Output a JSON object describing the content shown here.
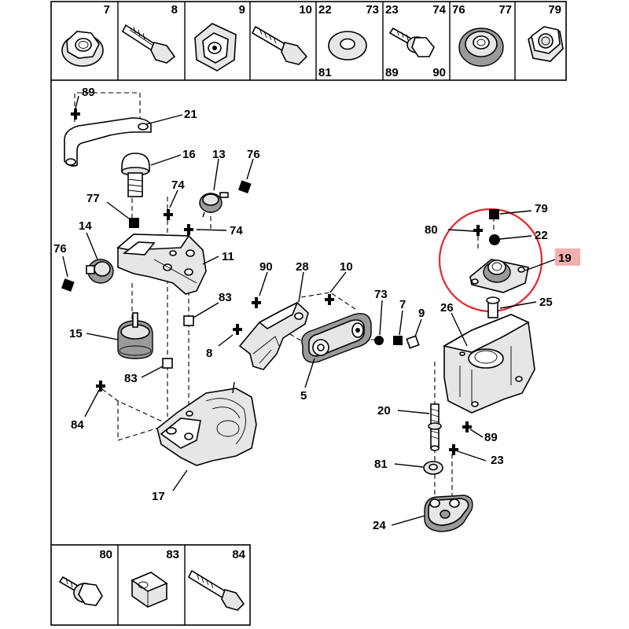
{
  "top_bar": [
    {
      "labels": [
        "7"
      ]
    },
    {
      "labels": [
        "8"
      ]
    },
    {
      "labels": [
        "9"
      ]
    },
    {
      "labels": [
        "10"
      ]
    },
    {
      "labels": [
        "22",
        "73",
        "81"
      ]
    },
    {
      "labels": [
        "23",
        "74",
        "89",
        "90"
      ]
    },
    {
      "labels": [
        "76",
        "77"
      ]
    },
    {
      "labels": [
        "79"
      ]
    }
  ],
  "bottom_bar": [
    {
      "labels": [
        "80"
      ]
    },
    {
      "labels": [
        "83"
      ]
    },
    {
      "labels": [
        "84"
      ]
    }
  ],
  "callouts": {
    "c89a": "89",
    "c21": "21",
    "c16": "16",
    "c13": "13",
    "c76a": "76",
    "c77": "77",
    "c74a": "74",
    "c74b": "74",
    "c14": "14",
    "c76b": "76",
    "c11": "11",
    "c83a": "83",
    "c15": "15",
    "c83b": "83",
    "c84": "84",
    "c17": "17",
    "c90": "90",
    "c28": "28",
    "c10": "10",
    "c8": "8",
    "c73": "73",
    "c7": "7",
    "c9": "9",
    "c5": "5",
    "c79": "79",
    "c80": "80",
    "c22": "22",
    "c19": "19",
    "c26": "26",
    "c25": "25",
    "c20": "20",
    "c89b": "89",
    "c81": "81",
    "c23": "23",
    "c24": "24"
  },
  "highlight_color": "#e8262b"
}
